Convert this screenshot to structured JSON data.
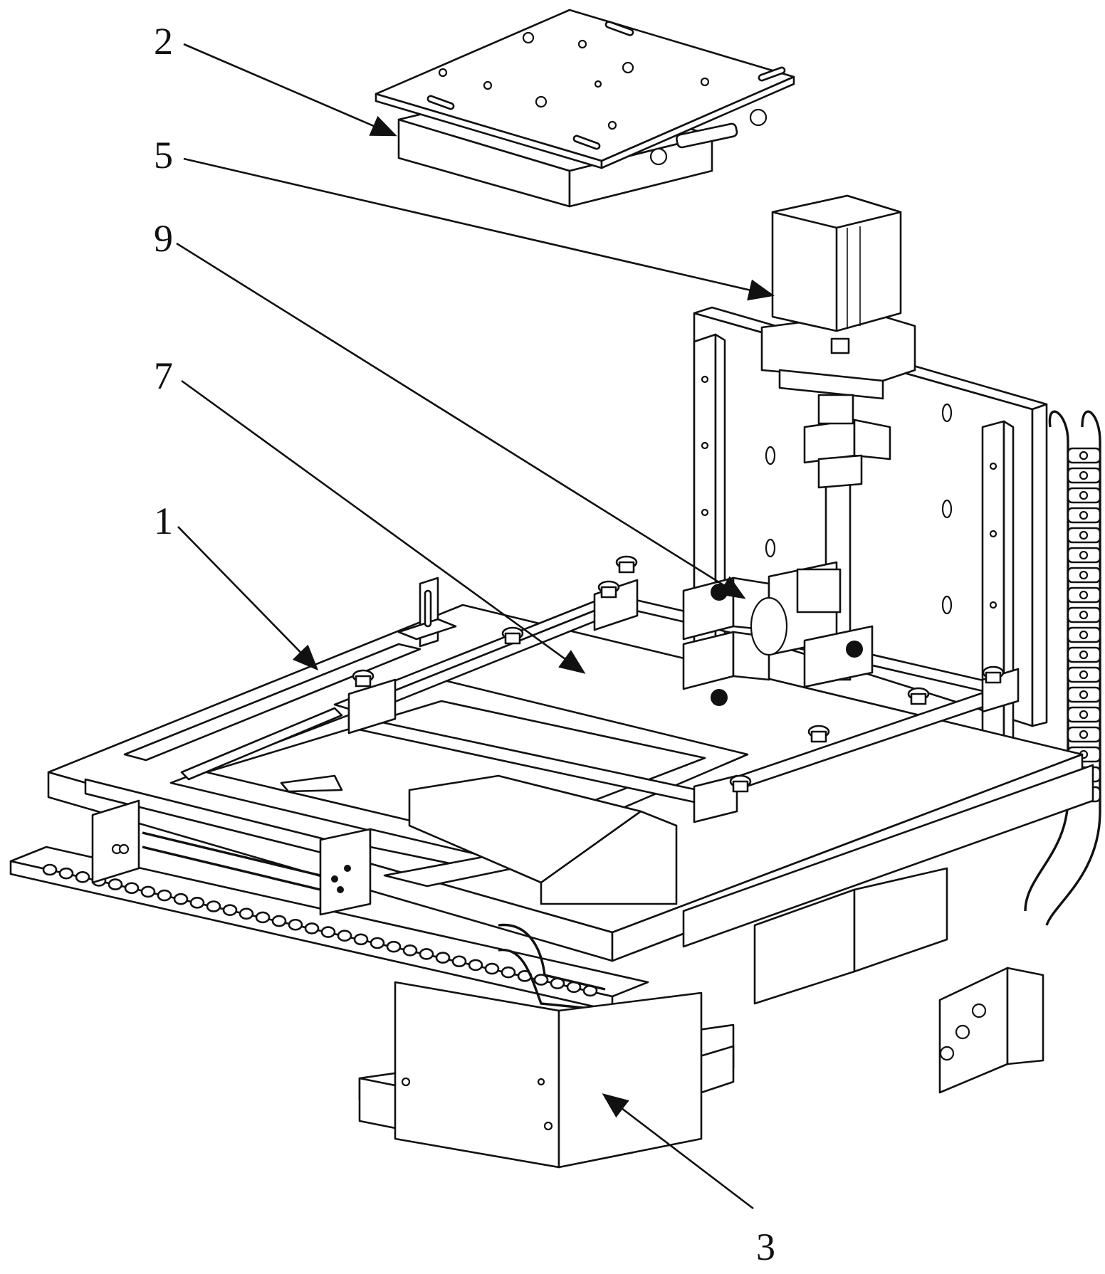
{
  "figure": {
    "reference_numerals": [
      {
        "id": "ref-1",
        "text": "1"
      },
      {
        "id": "ref-2",
        "text": "2"
      },
      {
        "id": "ref-3",
        "text": "3"
      },
      {
        "id": "ref-5",
        "text": "5"
      },
      {
        "id": "ref-7",
        "text": "7"
      },
      {
        "id": "ref-9",
        "text": "9"
      }
    ]
  },
  "colors": {
    "line": "#111111",
    "background": "#ffffff"
  }
}
